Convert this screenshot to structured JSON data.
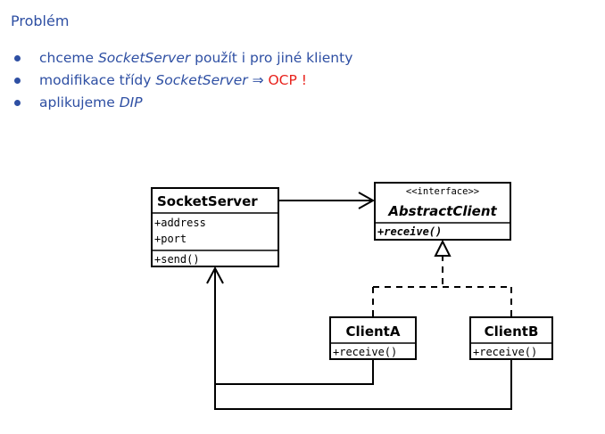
{
  "heading": "Problém",
  "bullets": [
    {
      "before": "chceme ",
      "em": "SocketServer",
      "after": " použít i pro jiné klienty"
    },
    {
      "before": "modifikace třídy ",
      "em": "SocketServer",
      "mid": " ⇒ ",
      "red": "OCP !"
    },
    {
      "before": "aplikujeme ",
      "em": "DIP"
    }
  ],
  "diagram": {
    "socket_server": {
      "name": "SocketServer",
      "attributes": [
        "+address",
        "+port"
      ],
      "methods": [
        "+send()"
      ]
    },
    "abstract_client": {
      "stereotype": "<<interface>>",
      "name": "AbstractClient",
      "methods": [
        "+receive()"
      ]
    },
    "client_a": {
      "name": "ClientA",
      "methods": [
        "+receive()"
      ]
    },
    "client_b": {
      "name": "ClientB",
      "methods": [
        "+receive()"
      ]
    }
  }
}
